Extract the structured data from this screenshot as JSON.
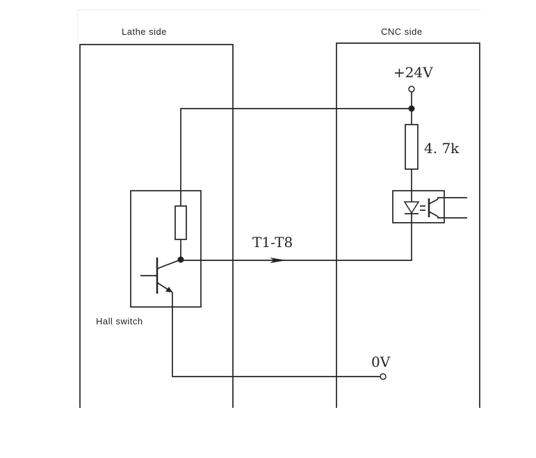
{
  "labels": {
    "lathe_side": "Lathe side",
    "cnc_side": "CNC side",
    "supply": "+24V",
    "resistor": "4. 7k",
    "signal": "T1-T8",
    "hall_switch": "Hall switch",
    "ground": "0V"
  },
  "colors": {
    "line": "#222222",
    "background": "#ffffff"
  }
}
